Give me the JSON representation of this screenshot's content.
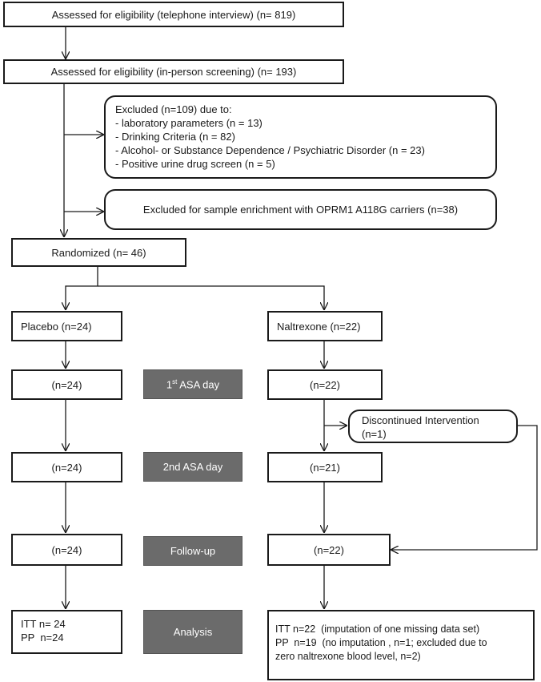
{
  "boxes": {
    "telephone": "Assessed for eligibility (telephone interview) (n= 819)",
    "in_person": "Assessed for eligibility (in-person screening) (n= 193)",
    "excluded": {
      "title": "Excluded (n=109) due to:",
      "items": [
        "- laboratory parameters  (n = 13)",
        "- Drinking Criteria  (n = 82)",
        "- Alcohol- or Substance Dependence / Psychiatric Disorder (n = 23)",
        "- Positive urine drug screen (n = 5)"
      ]
    },
    "enrichment": "Excluded for sample enrichment with OPRM1 A118G carriers (n=38)",
    "randomized": "Randomized (n= 46)",
    "placebo": "Placebo (n=24)",
    "naltrexone": "Naltrexone (n=22)",
    "placebo_asa1": "(n=24)",
    "naltrexone_asa1": "(n=22)",
    "discontinued": [
      "Discontinued Intervention",
      "(n=1)"
    ],
    "placebo_asa2": "(n=24)",
    "naltrexone_asa2": "(n=21)",
    "placebo_followup": "(n=24)",
    "naltrexone_followup": "(n=22)",
    "placebo_analysis": [
      "ITT n= 24",
      "PP  n=24"
    ],
    "naltrexone_analysis": [
      "ITT n=22  (imputation of one missing data set)",
      "PP  n=19  (no imputation , n=1; excluded due to",
      "zero naltrexone blood level, n=2)"
    ]
  },
  "stages": {
    "asa1_prefix": "1",
    "asa1_sup": "st",
    "asa1_suffix": " ASA day",
    "asa2": "2nd ASA day",
    "followup": "Follow-up",
    "analysis": "Analysis"
  },
  "colors": {
    "stage_fill": "#6b6b6b",
    "line": "#1a1a1a"
  }
}
